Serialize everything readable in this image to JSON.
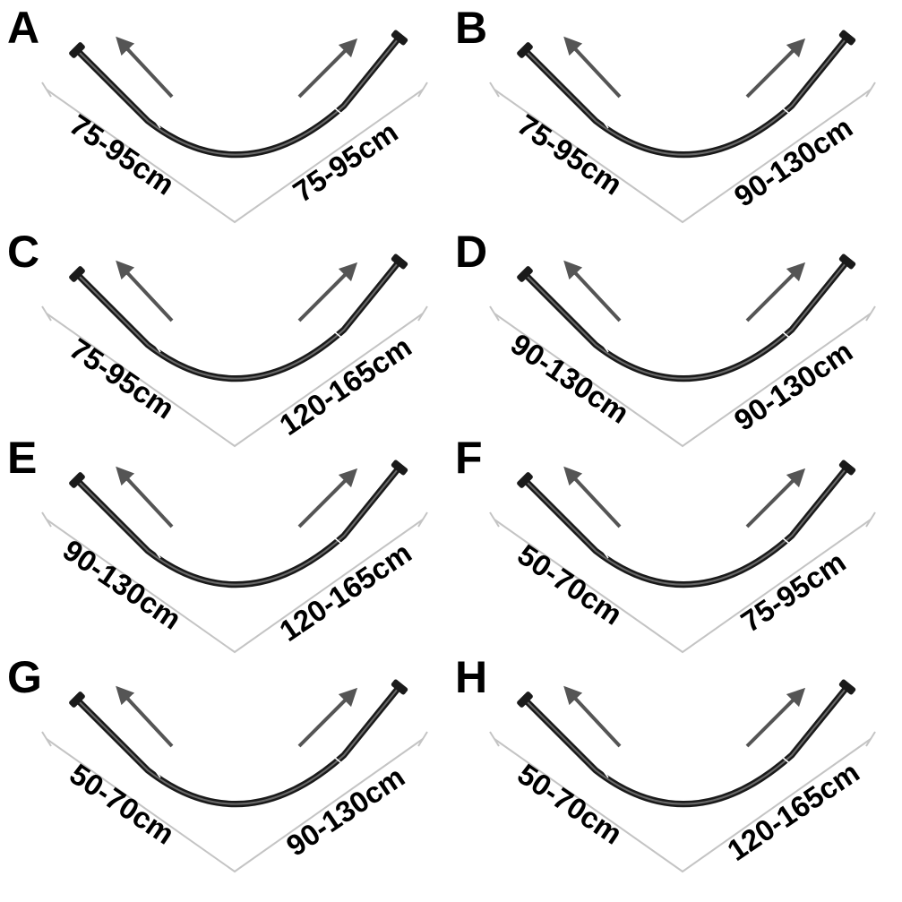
{
  "colors": {
    "rod": "#1a1a1a",
    "rod_highlight": "#ffffff",
    "guide": "#c4c4c4",
    "arrow": "#555555",
    "text": "#000000",
    "background": "#ffffff"
  },
  "icons": {
    "rod": "curved-shower-rod-icon",
    "arrow": "extend-arrow-icon"
  },
  "panels": [
    {
      "letter": "A",
      "left_range": "75-95cm",
      "right_range": "75-95cm"
    },
    {
      "letter": "B",
      "left_range": "75-95cm",
      "right_range": "90-130cm"
    },
    {
      "letter": "C",
      "left_range": "75-95cm",
      "right_range": "120-165cm"
    },
    {
      "letter": "D",
      "left_range": "90-130cm",
      "right_range": "90-130cm"
    },
    {
      "letter": "E",
      "left_range": "90-130cm",
      "right_range": "120-165cm"
    },
    {
      "letter": "F",
      "left_range": "50-70cm",
      "right_range": "75-95cm"
    },
    {
      "letter": "G",
      "left_range": "50-70cm",
      "right_range": "90-130cm"
    },
    {
      "letter": "H",
      "left_range": "50-70cm",
      "right_range": "120-165cm"
    }
  ]
}
